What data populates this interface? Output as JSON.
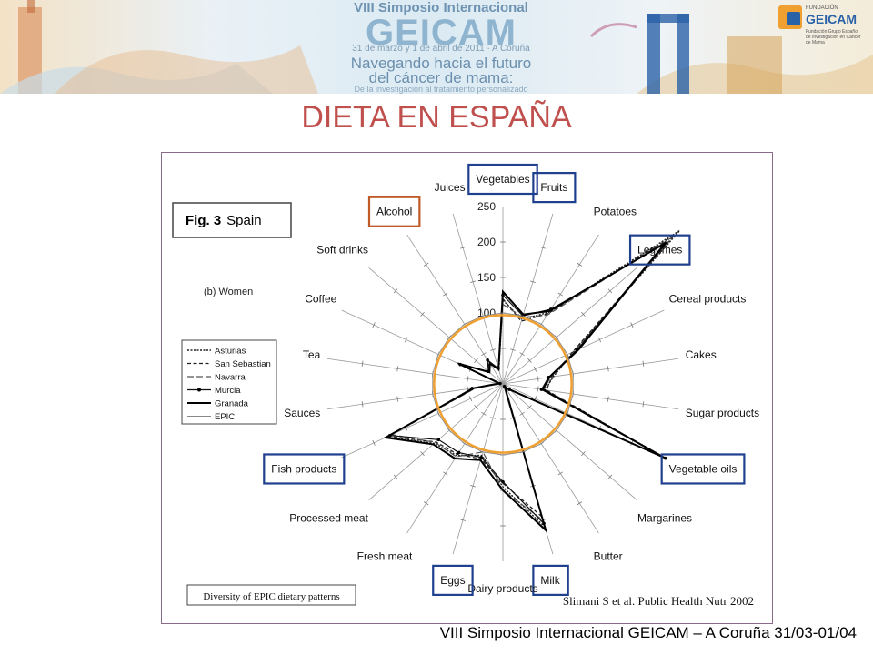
{
  "banner": {
    "line1": "VIII Simposio Internacional",
    "geicam": "GEICAM",
    "dates": "31 de marzo y 1 de abril de 2011 · A Coruña",
    "line3": "Navegando hacia el futuro",
    "line4": "del cáncer de mama:",
    "line5": "De la investigación al tratamiento personalizado",
    "logo_fund": "FUNDACIÓN",
    "logo_name": "GEICAM",
    "logo_sub": "Fundación Grupo Español de Investigación en Cáncer de Mama",
    "colors": {
      "accent": "#2a62a8",
      "orange": "#f0a030"
    }
  },
  "slide": {
    "title": "DIETA EN ESPAÑA",
    "title_color": "#c0504d",
    "footer": "VIII Simposio Internacional GEICAM – A Coruña 31/03-01/04"
  },
  "chart_data": {
    "type": "radar",
    "fig_label": "Fig. 3",
    "fig_country": "Spain",
    "subtitle": "(b) Women",
    "caption": "Diversity of EPIC dietary patterns",
    "citation": "Slimani S et al. Public Health Nutr 2002",
    "axes": [
      "Vegetables",
      "Fruits",
      "Potatoes",
      "Legumes",
      "Cereal products",
      "Cakes",
      "Sugar products",
      "Vegetable oils",
      "Margarines",
      "Butter",
      "Milk",
      "Dairy products",
      "Eggs",
      "Fresh meat",
      "Processed meat",
      "Fish products",
      "Sauces",
      "Tea",
      "Coffee",
      "Soft drinks",
      "Alcohol",
      "Juices"
    ],
    "radial_ticks": [
      "100",
      "150",
      "200",
      "250"
    ],
    "rmax": 250,
    "legend": [
      "Asturias",
      "San Sebastian",
      "Navarra",
      "Murcia",
      "Granada",
      "EPIC"
    ],
    "series": [
      {
        "name": "Asturias",
        "values": [
          118,
          95,
          120,
          330,
          110,
          72,
          60,
          255,
          12,
          5,
          210,
          145,
          105,
          120,
          128,
          180,
          40,
          5,
          70,
          25,
          35,
          20
        ]
      },
      {
        "name": "San Sebastian",
        "values": [
          120,
          92,
          118,
          320,
          108,
          70,
          62,
          250,
          13,
          6,
          195,
          140,
          110,
          118,
          125,
          178,
          42,
          6,
          68,
          26,
          38,
          22
        ]
      },
      {
        "name": "Navarra",
        "values": [
          112,
          98,
          115,
          315,
          112,
          68,
          58,
          248,
          11,
          5,
          200,
          150,
          100,
          122,
          126,
          172,
          38,
          5,
          72,
          24,
          36,
          21
        ]
      },
      {
        "name": "Murcia",
        "values": [
          125,
          100,
          125,
          300,
          115,
          65,
          55,
          252,
          12,
          4,
          205,
          138,
          108,
          115,
          120,
          175,
          44,
          4,
          66,
          27,
          40,
          23
        ]
      },
      {
        "name": "Granada",
        "values": [
          130,
          102,
          122,
          305,
          118,
          66,
          57,
          250,
          12,
          5,
          215,
          150,
          112,
          125,
          130,
          182,
          41,
          5,
          69,
          25,
          34,
          22
        ]
      },
      {
        "name": "EPIC",
        "values": [
          100,
          100,
          100,
          100,
          100,
          100,
          100,
          100,
          100,
          100,
          100,
          100,
          100,
          100,
          100,
          100,
          100,
          100,
          100,
          100,
          100,
          100
        ]
      }
    ],
    "highlight_boxes_blue": [
      "Vegetables",
      "Fruits",
      "Legumes",
      "Vegetable oils",
      "Milk",
      "Eggs",
      "Fish products"
    ],
    "highlight_boxes_orange": [
      "Alcohol"
    ],
    "highlight_colors": {
      "blue": "#1f3f8f",
      "orange": "#c05a28",
      "circle": "#f0a030"
    },
    "reference_circle_value": 100
  }
}
